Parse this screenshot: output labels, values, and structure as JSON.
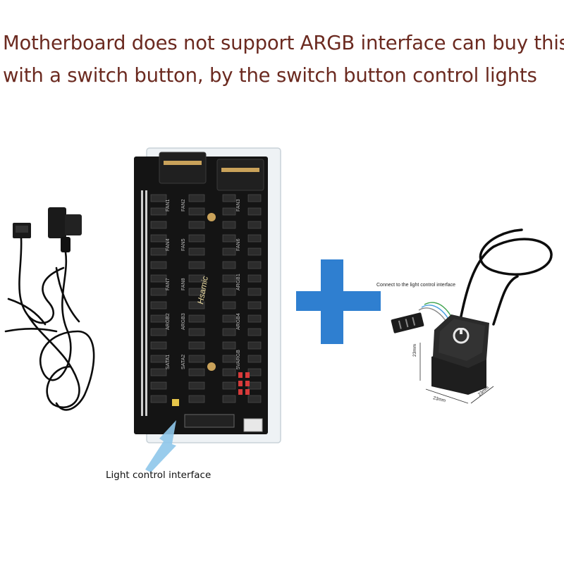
{
  "headline": {
    "line1": "Motherboard does not support ARGB interface can buy this",
    "line2": "with a switch button, by the switch button control lights"
  },
  "board": {
    "brand": "Hsamic",
    "silk_labels": [
      "FAN1",
      "FAN2",
      "FAN3",
      "FAN4",
      "FAN5",
      "FAN6",
      "FAN7",
      "FAN8",
      "ARGB1",
      "ARGB2",
      "ARGB3",
      "ARGB4",
      "SATA1",
      "SATA2",
      "5VARGB"
    ]
  },
  "switch": {
    "connector_note": "Connect to the light control interface",
    "dim_height": "23mm",
    "dim_width": "23mm",
    "dim_depth": "23mm"
  },
  "callout": {
    "label": "Light control interface"
  },
  "colors": {
    "headline": "#6b2a20",
    "plus": "#2f7fd0",
    "arrow": "#8ec6ea",
    "board": "#141414"
  },
  "icons": [
    "fan-cable-icon",
    "plus-icon",
    "power-icon",
    "callout-arrow-icon"
  ]
}
